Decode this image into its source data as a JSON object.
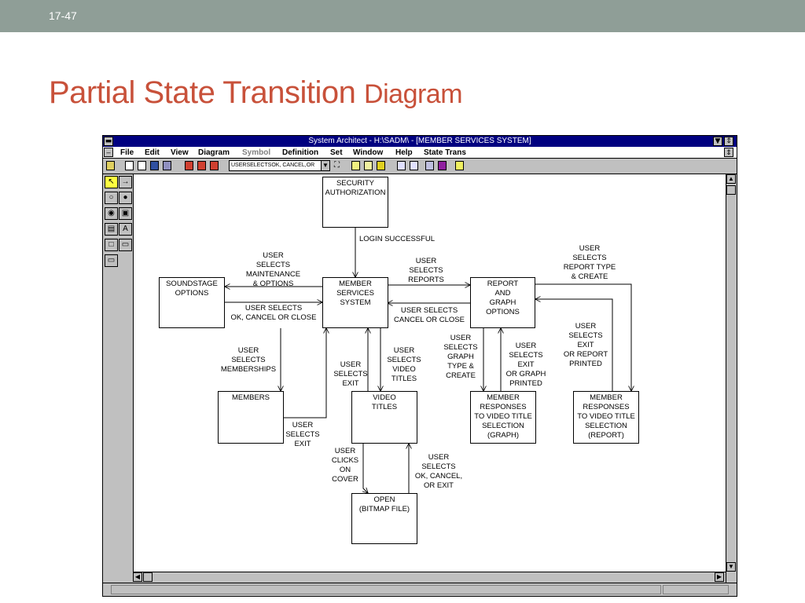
{
  "slide": {
    "number": "17-47",
    "title_main": "Partial State Transition",
    "title_tail": "Diagram"
  },
  "window": {
    "title": "System Architect - H:\\SADM\\ - [MEMBER SERVICES SYSTEM]",
    "menu": [
      "File",
      "Edit",
      "View",
      "Diagram",
      "Symbol",
      "Definition",
      "Set",
      "Window",
      "Help",
      "State Trans"
    ],
    "combo_value": "USERSELECTSOK, CANCEL,OR"
  },
  "states": {
    "security": "SECURITY\nAUTHORIZATION",
    "member_services": "MEMBER\nSERVICES\nSYSTEM",
    "soundstage": "SOUNDSTAGE\nOPTIONS",
    "report_graph": "REPORT\nAND\nGRAPH\nOPTIONS",
    "members": "MEMBERS",
    "video_titles": "VIDEO\nTITLES",
    "resp_graph": "MEMBER\nRESPONSES\nTO VIDEO TITLE\nSELECTION\n(GRAPH)",
    "resp_report": "MEMBER\nRESPONSES\nTO VIDEO TITLE\nSELECTION\n(REPORT)",
    "open_bitmap": "OPEN\n(BITMAP FILE)"
  },
  "transitions": {
    "login": "LOGIN SUCCESSFUL",
    "maint": "USER\nSELECTS\nMAINTENANCE\n& OPTIONS",
    "ok_cancel_close": "USER SELECTS\nOK, CANCEL OR CLOSE",
    "sel_reports": "USER\nSELECTS\nREPORTS",
    "cancel_close": "USER SELECTS\nCANCEL OR CLOSE",
    "report_type": "USER\nSELECTS\nREPORT TYPE\n& CREATE",
    "memberships": "USER\nSELECTS\nMEMBERSHIPS",
    "members_exit": "USER\nSELECTS\nEXIT",
    "video_exit": "USER\nSELECTS\nEXIT",
    "video_titles": "USER\nSELECTS\nVIDEO\nTITLES",
    "graph_type": "USER\nSELECTS\nGRAPH\nTYPE &\nCREATE",
    "graph_exit": "USER\nSELECTS\nEXIT\nOR GRAPH\nPRINTED",
    "report_exit": "USER\nSELECTS\nEXIT\nOR REPORT\nPRINTED",
    "clicks_cover": "USER\nCLICKS\nON\nCOVER",
    "open_exit": "USER\nSELECTS\nOK, CANCEL,\nOR EXIT"
  }
}
